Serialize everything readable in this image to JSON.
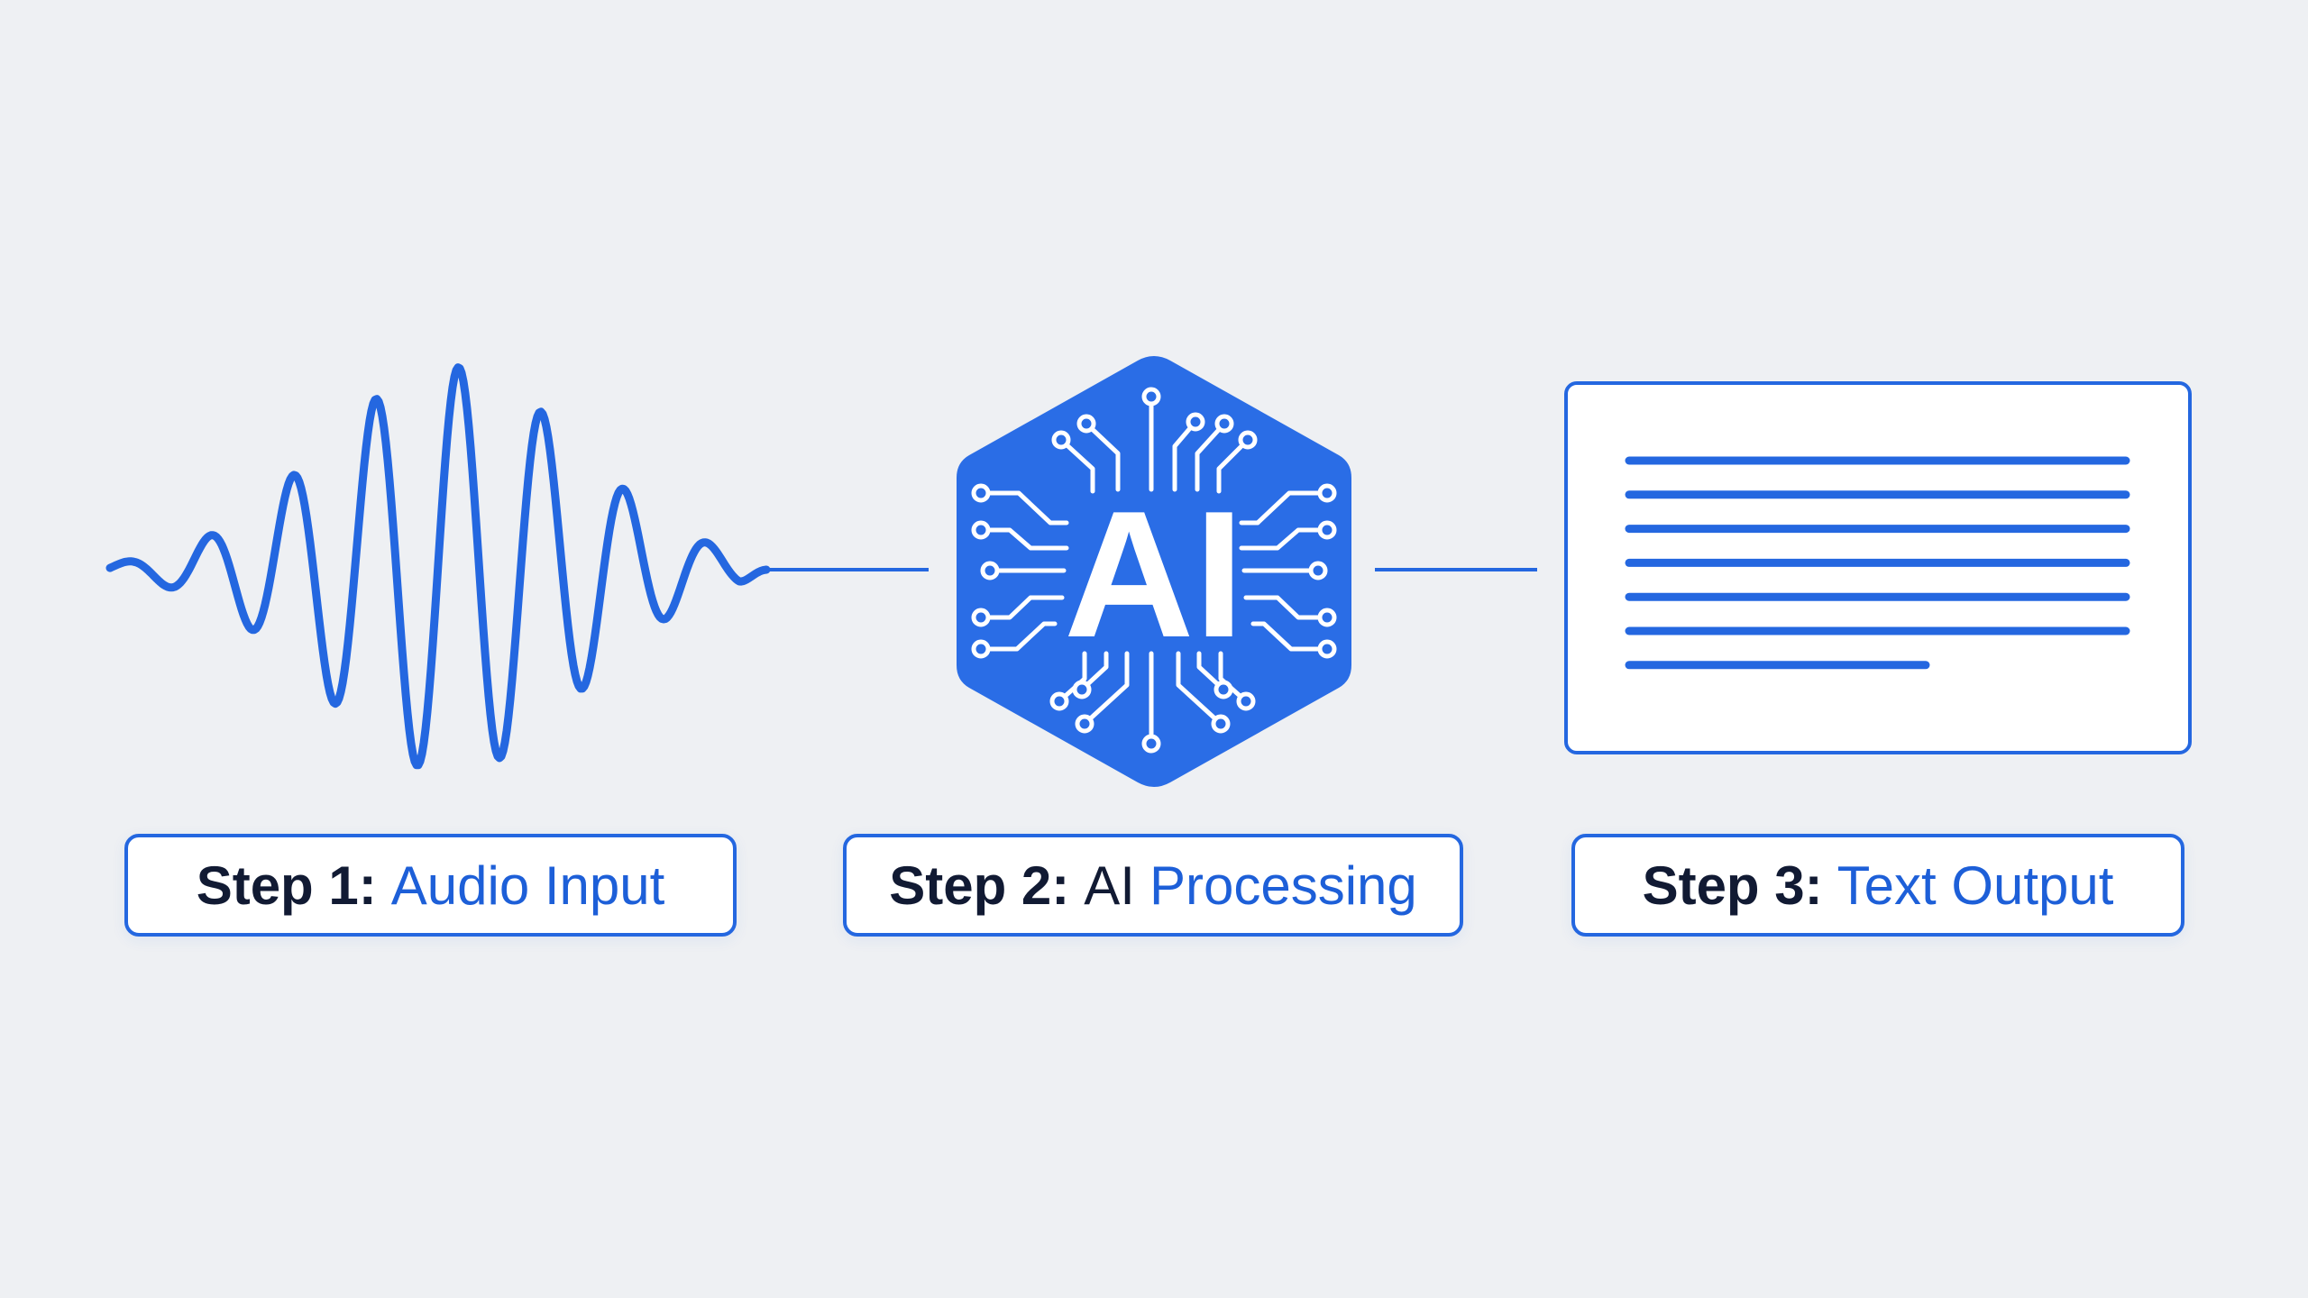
{
  "colors": {
    "accent": "#2467e0",
    "hex_fill": "#2a6de6",
    "text_dark": "#111a33",
    "text_blue": "#1d5fd8",
    "background": "#eef0f3"
  },
  "hexagon": {
    "text": "AI",
    "icon": "circuit-chip-icon"
  },
  "steps": [
    {
      "prefix": "Step 1:",
      "mid": "",
      "highlight": "Audio Input",
      "icon": "sound-wave-icon"
    },
    {
      "prefix": "Step 2:",
      "mid": "AI",
      "highlight": "Processing",
      "icon": "ai-chip-icon"
    },
    {
      "prefix": "Step 3:",
      "mid": "",
      "highlight": "Text Output",
      "icon": "document-text-icon"
    }
  ],
  "document": {
    "line_count": 7
  }
}
